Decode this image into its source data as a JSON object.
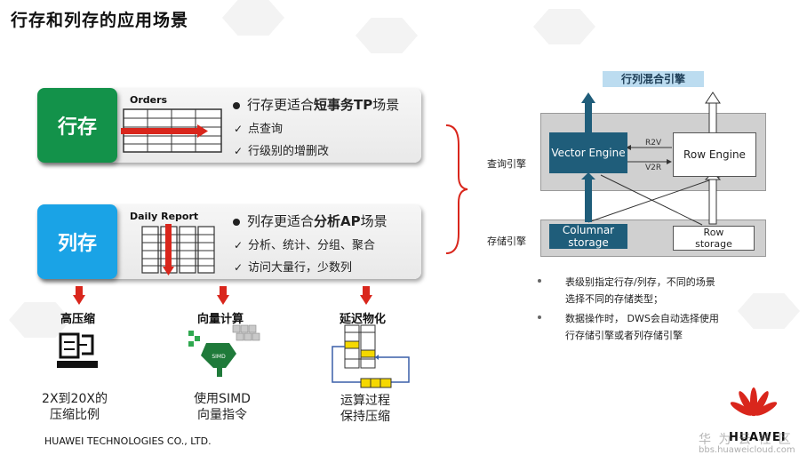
{
  "page": {
    "title": "行存和列存的应用场景"
  },
  "row_card": {
    "tag": "行存",
    "thumb_title": "Orders",
    "main_pre": "行存更适合",
    "main_bold": "短事务TP",
    "main_post": "场景",
    "subs": [
      "点查询",
      "行级别的增删改"
    ]
  },
  "col_card": {
    "tag": "列存",
    "thumb_title": "Daily Report",
    "main_pre": "列存更适合",
    "main_bold": "分析AP",
    "main_post": "场景",
    "subs": [
      "分析、统计、分组、聚合",
      "访问大量行，少数列"
    ]
  },
  "features": [
    {
      "title": "高压缩",
      "desc_1": "2X到20X的",
      "desc_2": "压缩比例"
    },
    {
      "title": "向量计算",
      "chip": "SIMD",
      "desc_1": "使用SIMD",
      "desc_2": "向量指令"
    },
    {
      "title": "延迟物化",
      "desc_1": "运算过程",
      "desc_2": "保持压缩"
    }
  ],
  "diagram": {
    "top_label": "行列混合引擎",
    "query_engine_label": "查询引擎",
    "storage_engine_label": "存储引擎",
    "vector_engine": "Vector Engine",
    "row_engine": "Row Engine",
    "r2v": "R2V",
    "v2r": "V2R",
    "columnar_storage_1": "Columnar",
    "columnar_storage_2": "storage",
    "row_storage_1": "Row",
    "row_storage_2": "storage"
  },
  "notes": [
    {
      "line1": "表级别指定行存/列存，不同的场景",
      "line2": "选择不同的存储类型；"
    },
    {
      "line1": "数据操作时， DWS会自动选择使用",
      "line2": "行存储引擎或者列存储引擎"
    }
  ],
  "footer": {
    "company": "HUAWEI TECHNOLOGIES CO., LTD."
  },
  "watermark": {
    "brand": "HUAWEI",
    "community": "华 为 云 社 区",
    "url": "bbs.huaweicloud.com"
  },
  "colors": {
    "row_green": "#13924a",
    "col_blue": "#1aa3e6",
    "arrow_red": "#d9261c",
    "engine_teal": "#1f5d7a"
  }
}
